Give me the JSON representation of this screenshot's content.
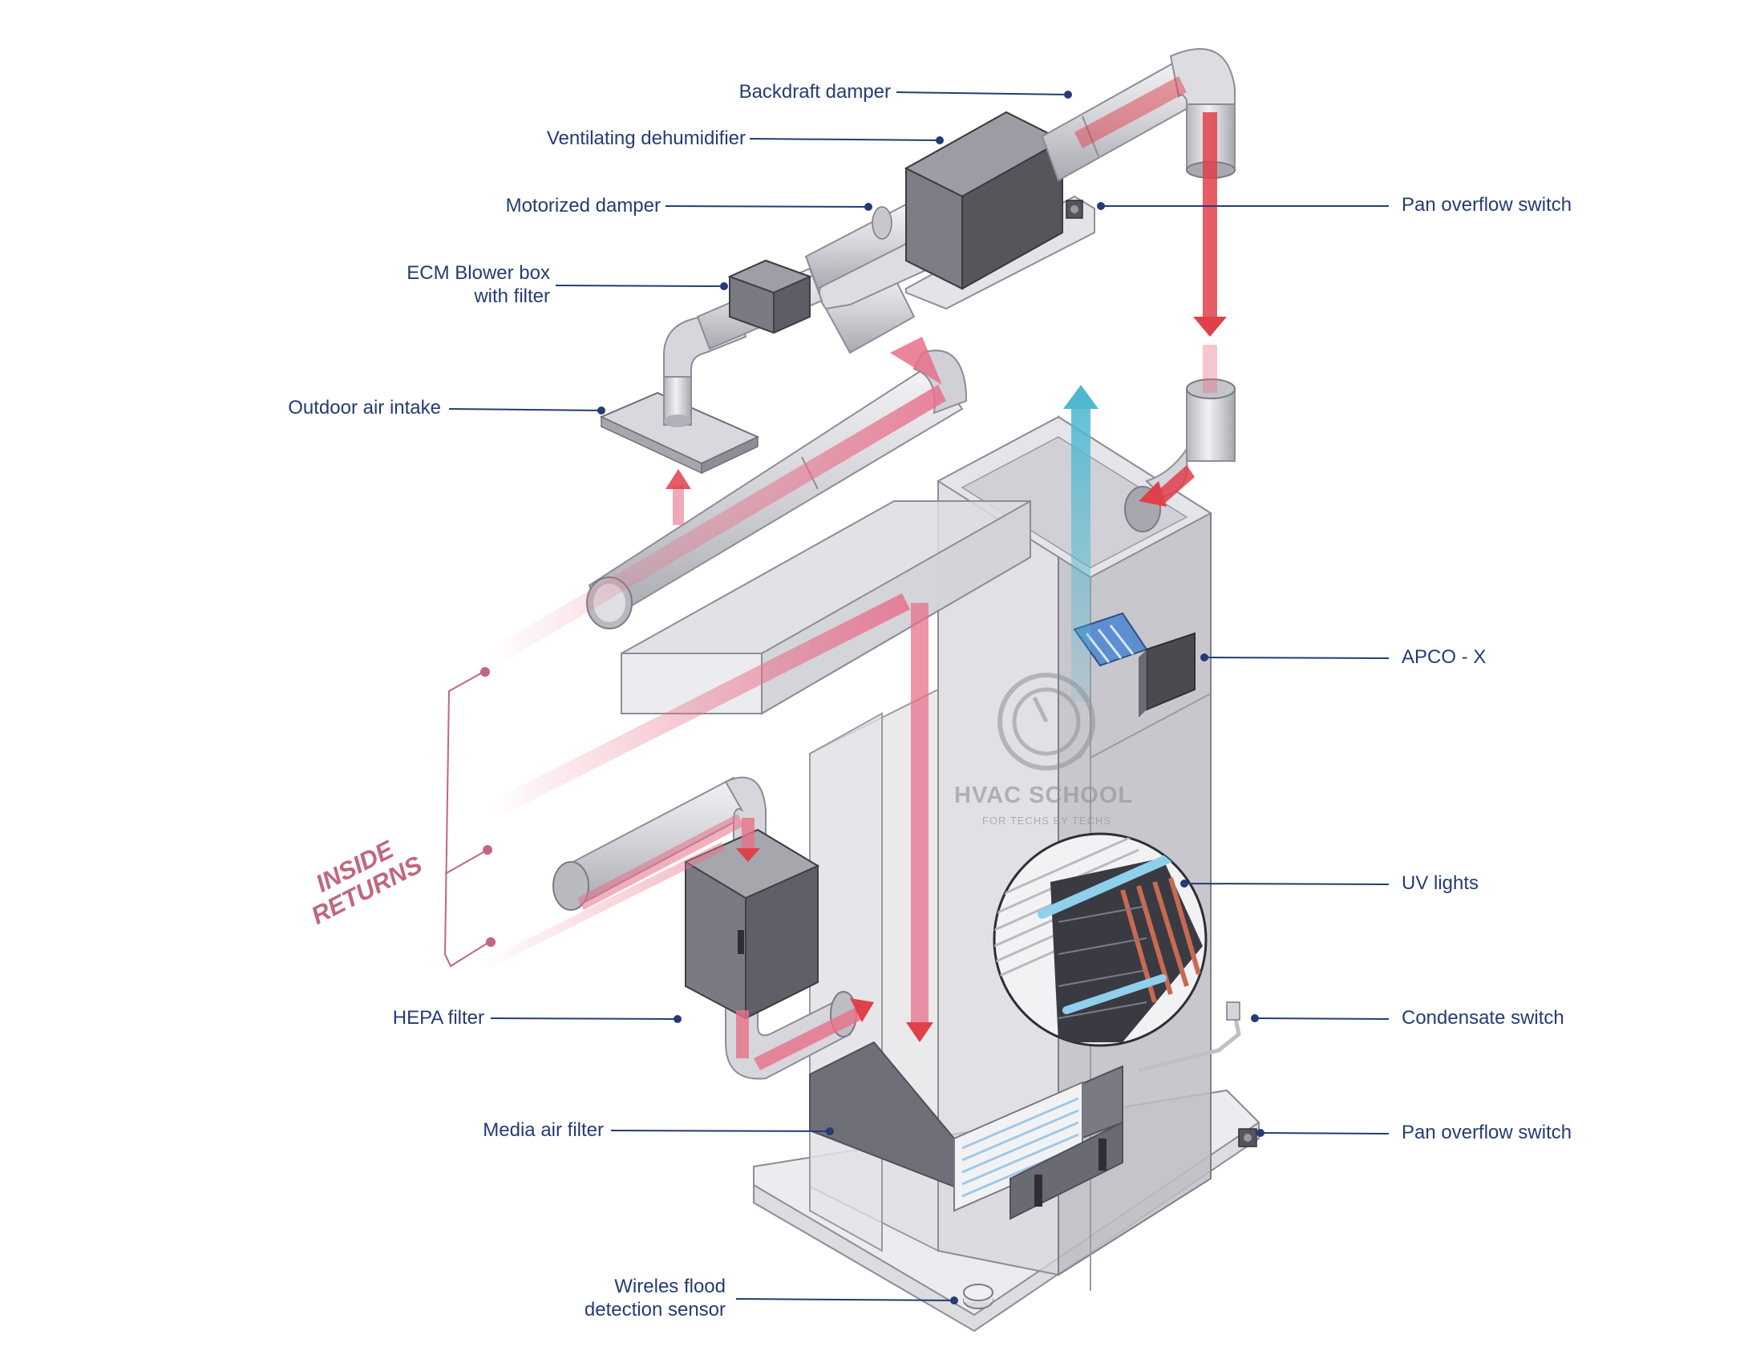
{
  "labels_left": [
    {
      "id": "backdraft-damper",
      "text": "Backdraft damper"
    },
    {
      "id": "ventilating-dehumidifier",
      "text": "Ventilating dehumidifier"
    },
    {
      "id": "motorized-damper",
      "text": "Motorized damper"
    },
    {
      "id": "ecm-blower-box",
      "line1": "ECM Blower box",
      "line2": "with filter"
    },
    {
      "id": "outdoor-air-intake",
      "text": "Outdoor air intake"
    },
    {
      "id": "hepa-filter",
      "text": "HEPA filter"
    },
    {
      "id": "media-air-filter",
      "text": "Media air filter"
    },
    {
      "id": "flood-sensor",
      "line1": "Wireles flood",
      "line2": "detection sensor"
    }
  ],
  "labels_right": [
    {
      "id": "pan-overflow-switch-top",
      "text": "Pan overflow switch"
    },
    {
      "id": "apco-x",
      "text": "APCO - X"
    },
    {
      "id": "uv-lights",
      "text": "UV lights"
    },
    {
      "id": "condensate-switch",
      "text": "Condensate switch"
    },
    {
      "id": "pan-overflow-switch-bottom",
      "text": "Pan overflow switch"
    }
  ],
  "inside_returns": {
    "line1": "INSIDE",
    "line2": "RETURNS"
  },
  "watermark": {
    "title": "HVAC SCHOOL",
    "subtitle": "FOR TECHS BY TECHS"
  },
  "colors": {
    "leader_line": "#243c73",
    "label_text": "#243c73",
    "warm_air": "#e0404a",
    "return_air": "#e8708a",
    "cool_air": "#4fb8d0",
    "metal_light": "#e6e6ea",
    "metal_mid": "#c5c5cc",
    "metal_dark": "#7a7a82",
    "inside_returns": "#c2667e"
  }
}
